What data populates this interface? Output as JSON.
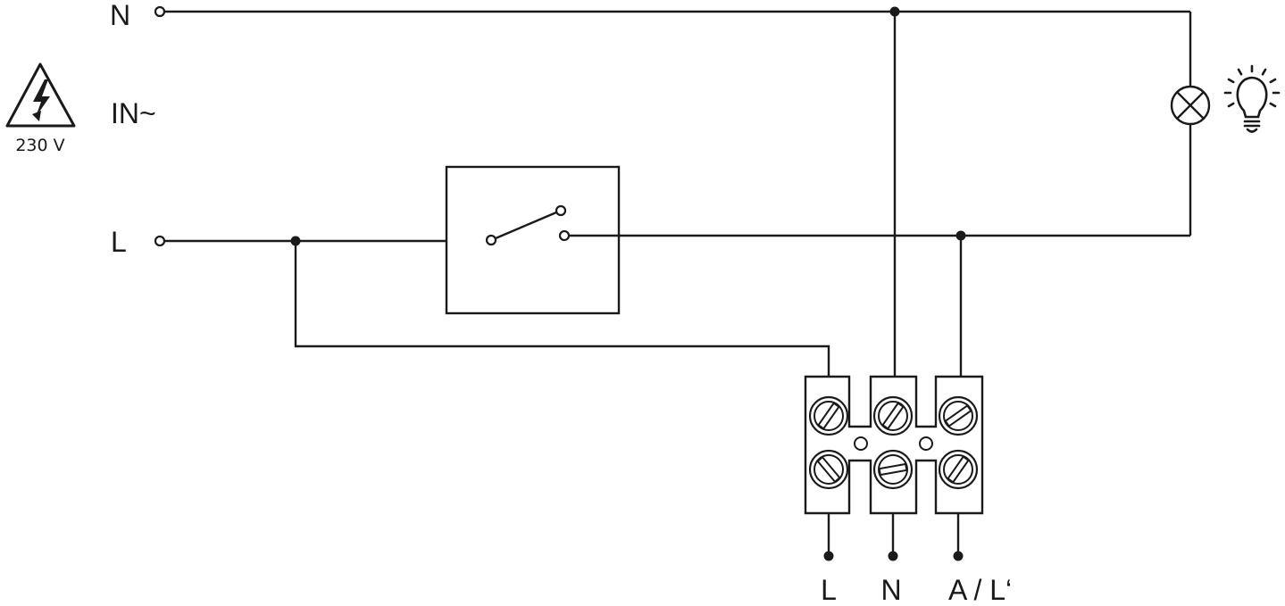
{
  "supply": {
    "neutral_label": "N",
    "input_label": "IN~",
    "line_label": "L",
    "voltage_label": "230 V",
    "warning_icon": "high-voltage-warning-icon"
  },
  "switch": {
    "symbol": "single-pole-switch"
  },
  "load": {
    "symbol": "lamp-symbol",
    "icon": "light-bulb-icon"
  },
  "terminal_block": {
    "labels": [
      "L",
      "N",
      "A / L‘"
    ]
  },
  "colors": {
    "line": "#1a1a1a",
    "background": "#ffffff"
  }
}
